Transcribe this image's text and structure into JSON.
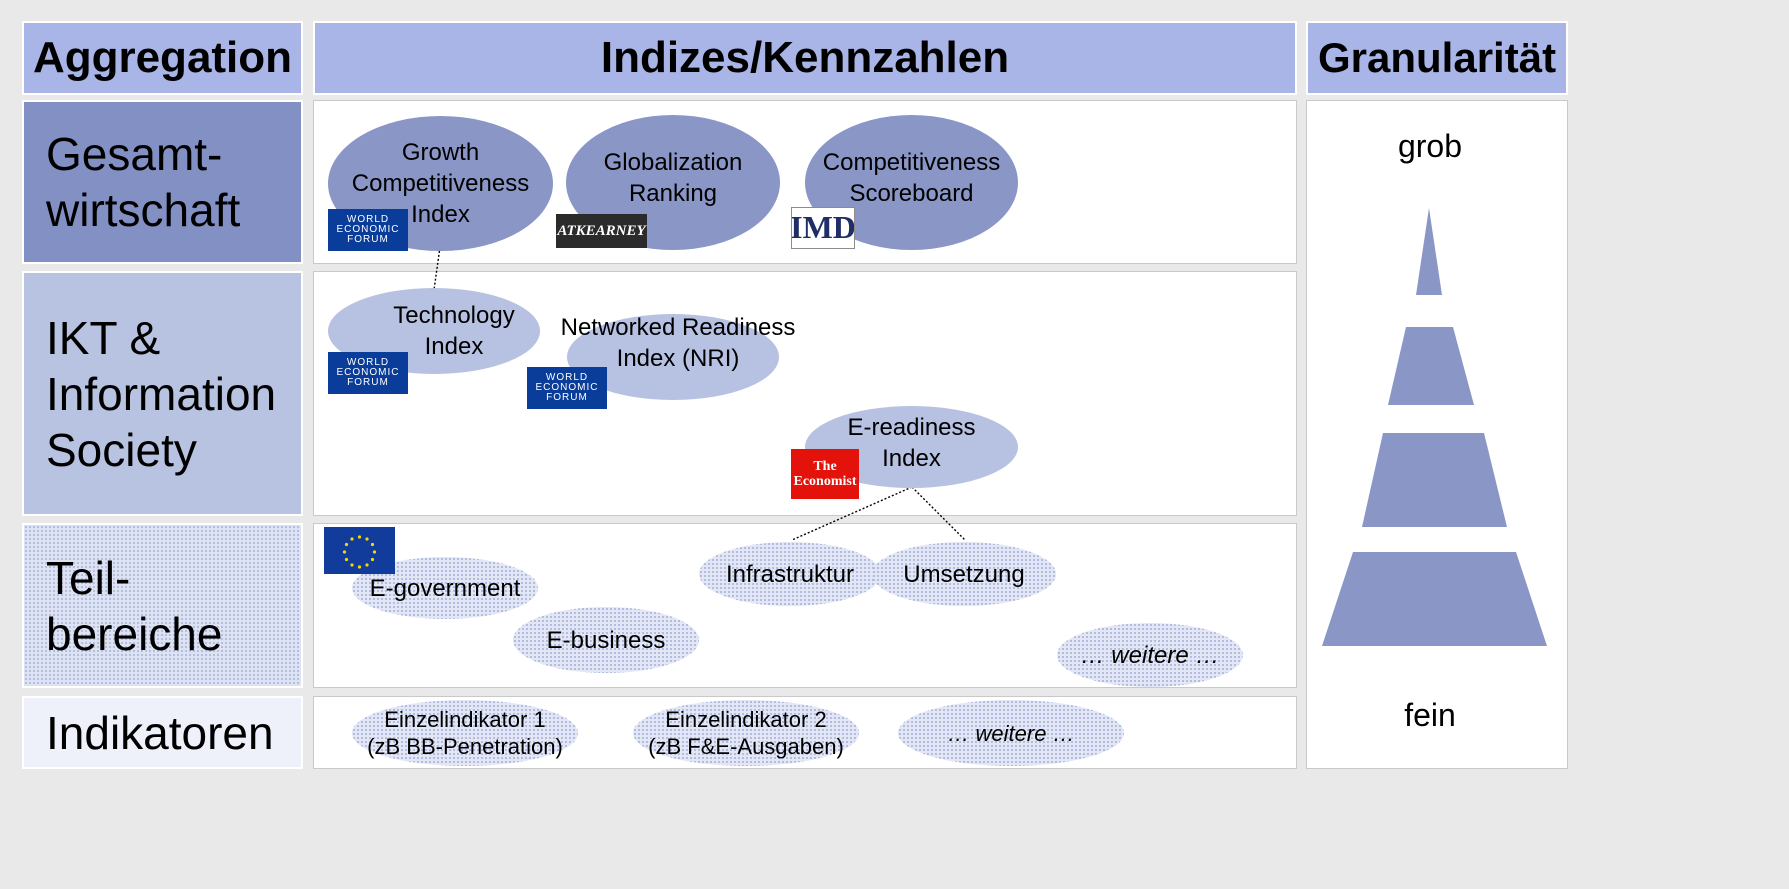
{
  "headers": {
    "aggregation": "Aggregation",
    "indices": "Indizes/Kennzahlen",
    "granularity": "Granularität"
  },
  "rows": {
    "gesamt": [
      "Gesamt-",
      "wirtschaft"
    ],
    "ikt": [
      "IKT &",
      "Information",
      "Society"
    ],
    "teil": [
      "Teil-",
      "bereiche"
    ],
    "indikatoren": [
      "Indikatoren"
    ]
  },
  "indices": {
    "growth": [
      "Growth",
      "Competitiveness",
      "Index"
    ],
    "globalization": [
      "Globalization",
      "Ranking"
    ],
    "scoreboard": [
      "Competitiveness",
      "Scoreboard"
    ],
    "technology": [
      "Technology",
      "Index"
    ],
    "nri": [
      "Networked Readiness",
      "Index (NRI)"
    ],
    "ereadiness": [
      "E-readiness",
      "Index"
    ],
    "egov": "E-government",
    "ebusiness": "E-business",
    "infrastruktur": "Infrastruktur",
    "umsetzung": "Umsetzung",
    "weitere_teil": "… weitere …",
    "ind1": [
      "Einzelindikator 1",
      "(zB BB-Penetration)"
    ],
    "ind2": [
      "Einzelindikator 2",
      "(zB F&E-Ausgaben)"
    ],
    "weitere_ind": "… weitere …"
  },
  "logos": {
    "wef": [
      "WORLD",
      "ECONOMIC",
      "FORUM"
    ],
    "atkearney": "ATKEARNEY",
    "imd": "IMD",
    "economist": [
      "The",
      "Economist"
    ]
  },
  "granularity": {
    "top": "grob",
    "bottom": "fein"
  },
  "colors": {
    "header": "#a9b5e6",
    "row_dark": "#8390c3",
    "row_light": "#b8c2e1",
    "ellipse_dark": "#8a96c6",
    "ellipse_light": "#b7c1e1",
    "pyramid": "#8a96c6"
  }
}
